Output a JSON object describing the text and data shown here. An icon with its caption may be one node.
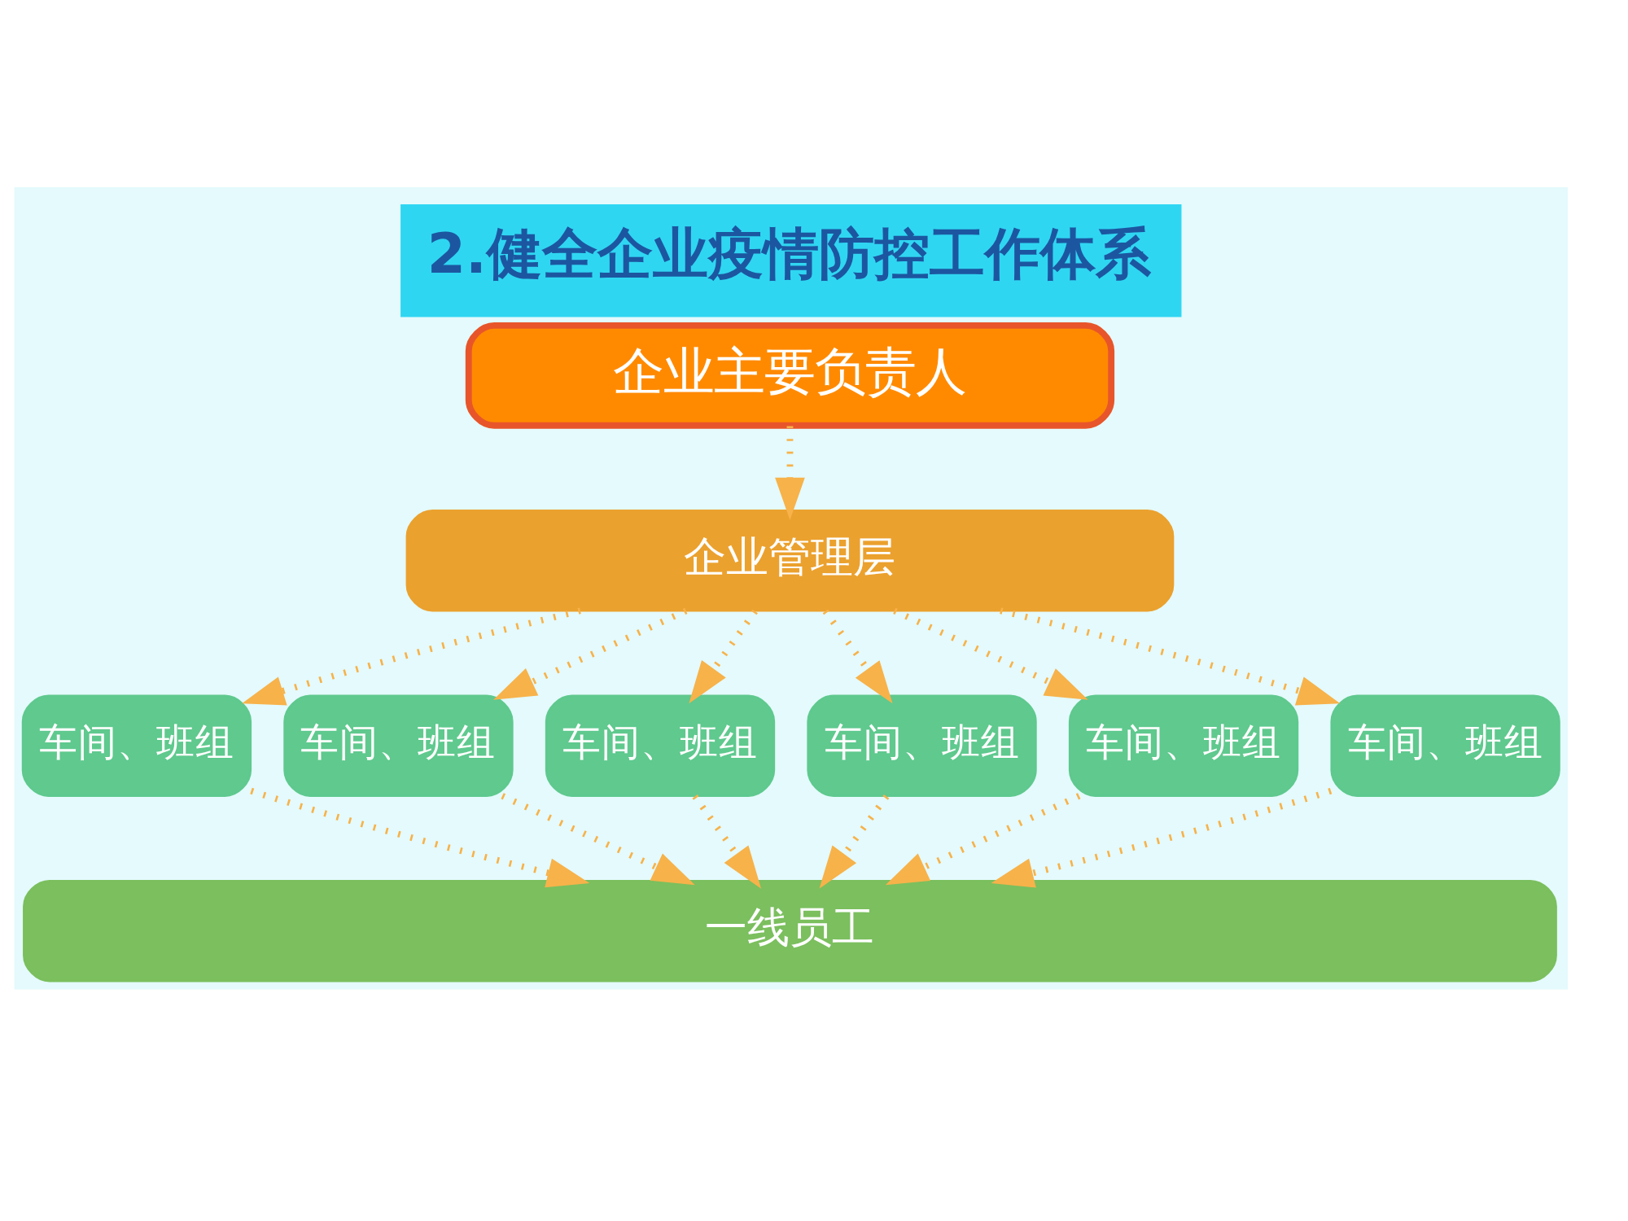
{
  "diagram": {
    "title": "2.健全企业疫情防控工作体系",
    "nodes": [
      {
        "text": [
          "企业主要负责人"
        ]
      },
      {
        "text": [
          "企业管理层"
        ]
      },
      {
        "text": [
          "车间、班组"
        ]
      },
      {
        "text": [
          "车间、班组"
        ]
      },
      {
        "text": [
          "车间、班组"
        ]
      },
      {
        "text": [
          "车间、班组"
        ]
      },
      {
        "text": [
          "车间、班组"
        ]
      },
      {
        "text": [
          "车间、班组"
        ]
      },
      {
        "text": [
          "一线员工"
        ]
      }
    ],
    "edges": [
      {
        "from": 0,
        "to": 1,
        "arrow": "to"
      },
      {
        "from": 1,
        "to": 2,
        "arrow": "to"
      },
      {
        "from": 1,
        "to": 3,
        "arrow": "to"
      },
      {
        "from": 1,
        "to": 4,
        "arrow": "to"
      },
      {
        "from": 1,
        "to": 5,
        "arrow": "to"
      },
      {
        "from": 1,
        "to": 6,
        "arrow": "to"
      },
      {
        "from": 1,
        "to": 7,
        "arrow": "to"
      },
      {
        "from": 2,
        "to": 8,
        "arrow": "to"
      },
      {
        "from": 3,
        "to": 8,
        "arrow": "to"
      },
      {
        "from": 4,
        "to": 8,
        "arrow": "to"
      },
      {
        "from": 5,
        "to": 8,
        "arrow": "to"
      },
      {
        "from": 6,
        "to": 8,
        "arrow": "to"
      },
      {
        "from": 7,
        "to": 8,
        "arrow": "to"
      }
    ]
  }
}
